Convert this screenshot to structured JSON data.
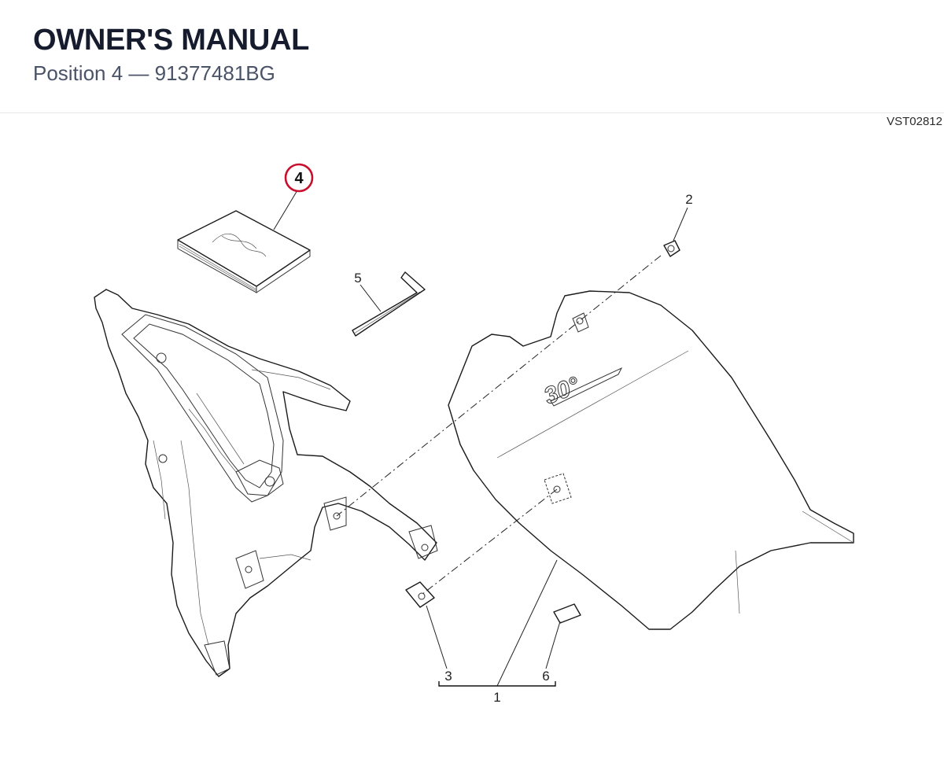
{
  "header": {
    "title": "OWNER'S MANUAL",
    "subtitle": "Position 4 — 91377481BG"
  },
  "drawing_code": "VST02812",
  "callouts": {
    "c1": "1",
    "c2": "2",
    "c3": "3",
    "c4": "4",
    "c5": "5",
    "c6": "6"
  },
  "highlight_color": "#c8102e"
}
